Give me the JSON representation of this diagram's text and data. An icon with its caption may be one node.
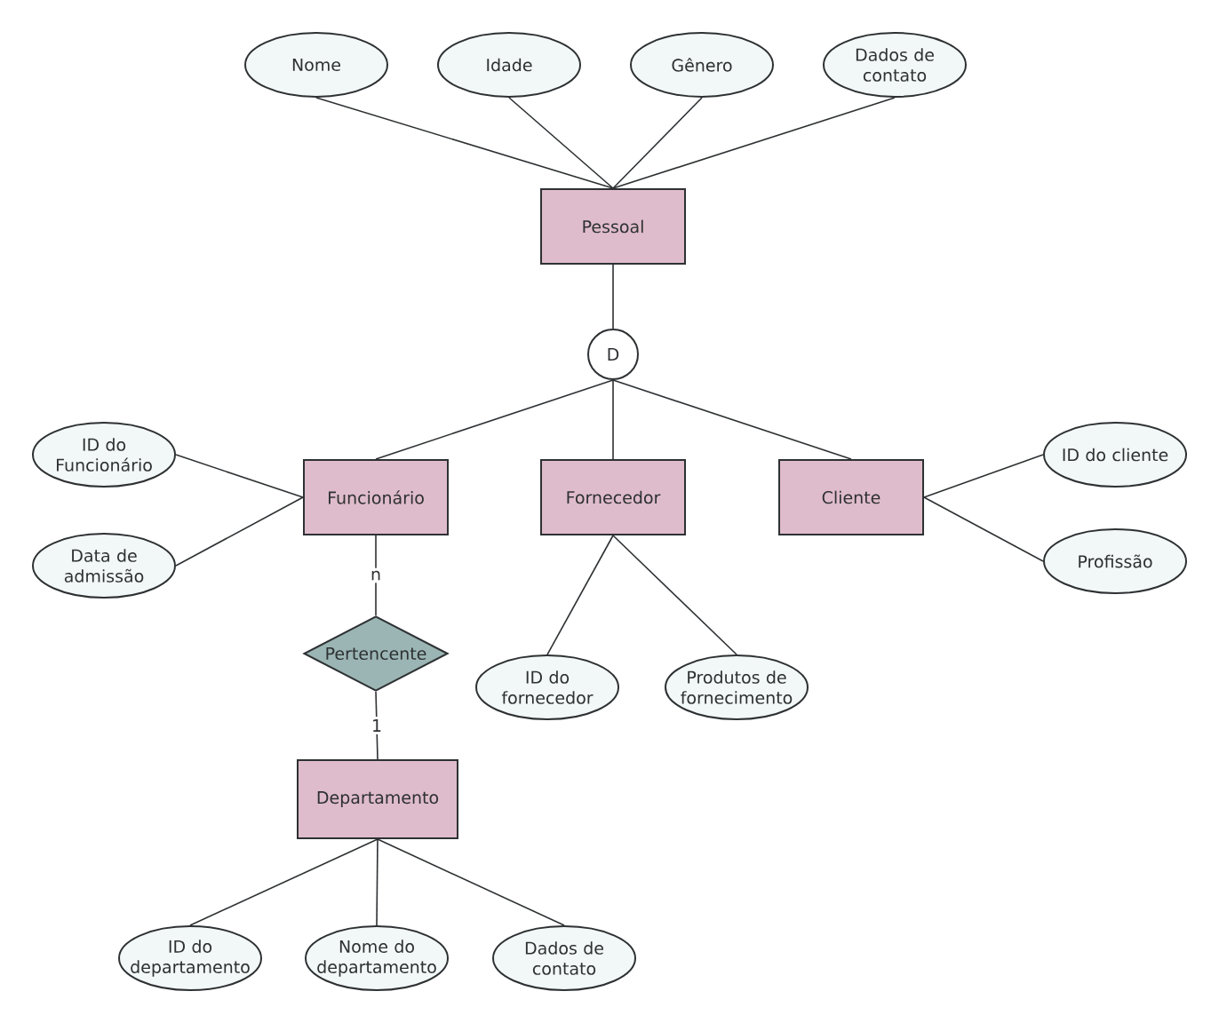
{
  "diagram": {
    "nodes": [
      {
        "text": [
          "Nome"
        ]
      },
      {
        "text": [
          "Idade"
        ]
      },
      {
        "text": [
          "Gênero"
        ]
      },
      {
        "text": [
          "Dados de contato"
        ]
      },
      {
        "text": [
          "Pessoal"
        ]
      },
      {
        "text": [
          "D"
        ]
      },
      {
        "text": [
          "ID do Funcionário"
        ]
      },
      {
        "text": [
          "Data de admissão"
        ]
      },
      {
        "text": [
          "Funcionário"
        ]
      },
      {
        "text": [
          "Fornecedor"
        ]
      },
      {
        "text": [
          "Cliente"
        ]
      },
      {
        "text": [
          "ID do cliente"
        ]
      },
      {
        "text": [
          "Profissão"
        ]
      },
      {
        "text": [
          "Pertencente"
        ]
      },
      {
        "text": [
          "ID do fornecedor"
        ]
      },
      {
        "text": [
          "Produtos de fornecimento"
        ]
      },
      {
        "text": [
          "Departamento"
        ]
      },
      {
        "text": [
          "ID do departamento"
        ]
      },
      {
        "text": [
          "Nome do departamento"
        ]
      },
      {
        "text": [
          "Dados de contato"
        ]
      }
    ],
    "edges": [
      {
        "from": 0,
        "to": 4,
        "arrow": "none"
      },
      {
        "from": 1,
        "to": 4,
        "arrow": "none"
      },
      {
        "from": 2,
        "to": 4,
        "arrow": "none"
      },
      {
        "from": 3,
        "to": 4,
        "arrow": "none"
      },
      {
        "from": 4,
        "to": 5,
        "arrow": "none"
      },
      {
        "from": 5,
        "to": 8,
        "arrow": "none"
      },
      {
        "from": 5,
        "to": 9,
        "arrow": "none"
      },
      {
        "from": 5,
        "to": 10,
        "arrow": "none"
      },
      {
        "from": 6,
        "to": 8,
        "arrow": "none"
      },
      {
        "from": 7,
        "to": 8,
        "arrow": "none"
      },
      {
        "from": 10,
        "to": 11,
        "arrow": "none"
      },
      {
        "from": 10,
        "to": 12,
        "arrow": "none"
      },
      {
        "from": 9,
        "to": 14,
        "arrow": "none"
      },
      {
        "from": 9,
        "to": 15,
        "arrow": "none"
      },
      {
        "from": 8,
        "to": 13,
        "label": "n",
        "arrow": "none"
      },
      {
        "from": 13,
        "to": 16,
        "label": "1",
        "arrow": "none"
      },
      {
        "from": 16,
        "to": 17,
        "arrow": "none"
      },
      {
        "from": 16,
        "to": 18,
        "arrow": "none"
      },
      {
        "from": 16,
        "to": 19,
        "arrow": "none"
      }
    ]
  }
}
